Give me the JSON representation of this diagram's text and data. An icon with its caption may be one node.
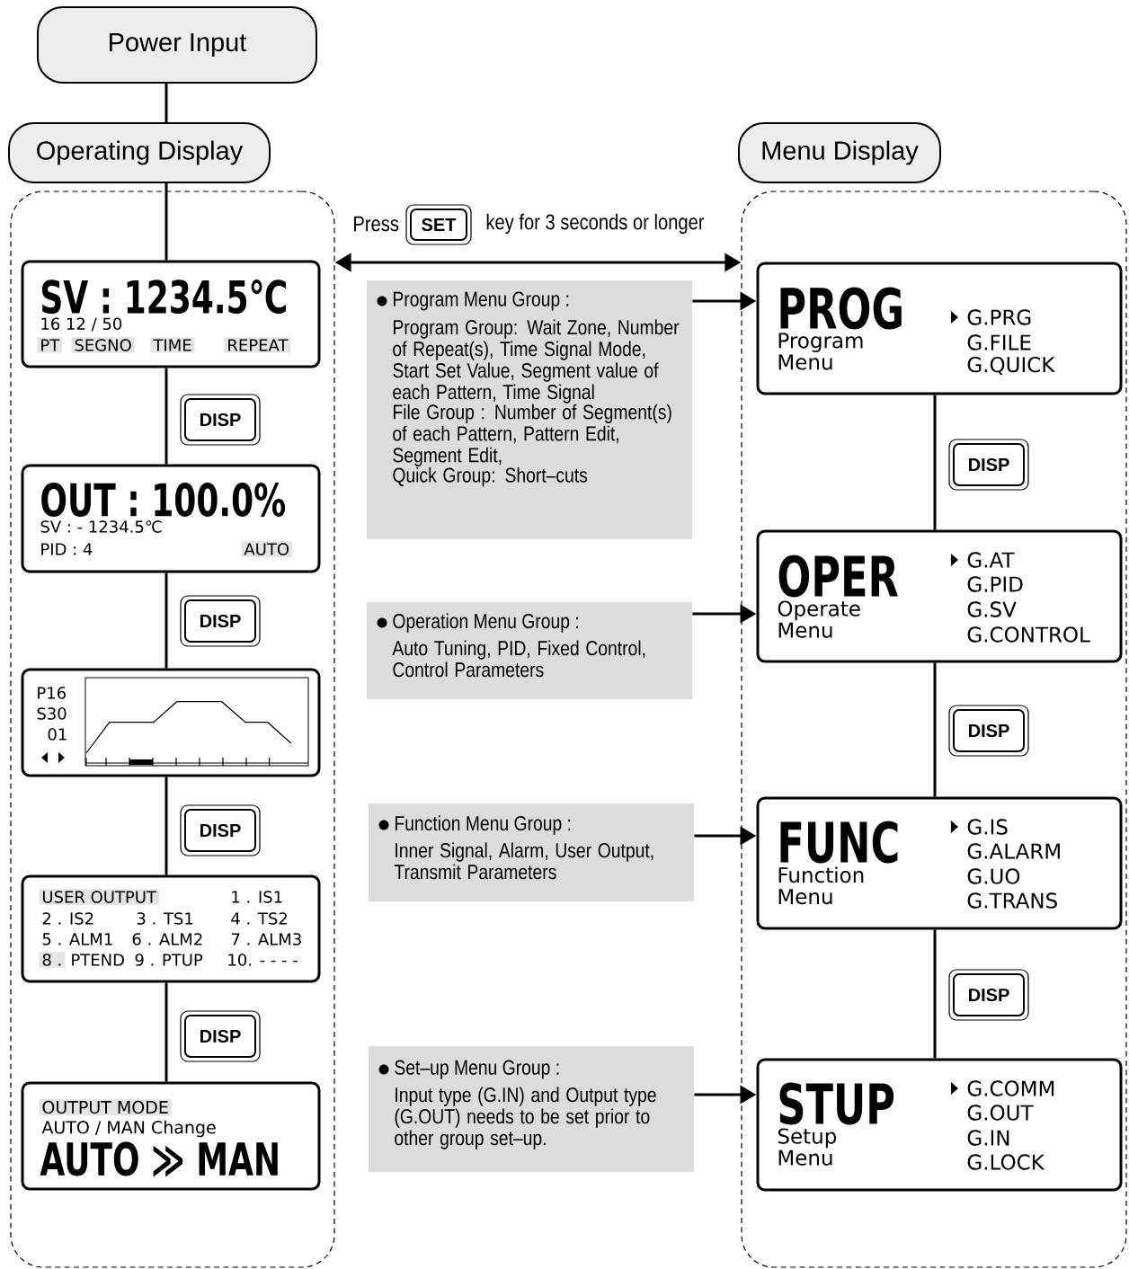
{
  "diagram": {
    "nodes": [
      {
        "text": [
          "Power Input"
        ]
      },
      {
        "text": [
          "Operating Display"
        ]
      },
      {
        "text": [
          "Menu Display"
        ]
      },
      {
        "text": [],
        "shape": "box"
      },
      {
        "text": [],
        "shape": "box"
      },
      {
        "text": [
          "SV : 1234.5℃",
          "16 12 / 50",
          "PT",
          "SEGNO",
          "TIME",
          "REPEAT"
        ],
        "in": 3
      },
      {
        "text": [
          "OUT : 100.0%",
          "SV : - 1234.5℃",
          "PID : 4",
          "AUTO"
        ],
        "in": 3
      },
      {
        "text": [
          "P16",
          "S30",
          "01"
        ],
        "in": 3
      },
      {
        "text": [
          "USER OUTPUT",
          "1 . IS1",
          "2 . IS2",
          "3 . TS1",
          "4 . TS2",
          "5 . ALM1",
          "6 . ALM2",
          "7 . ALM3",
          "8 .",
          "PTEND",
          "9 . PTUP",
          "10. - - - -"
        ],
        "in": 3
      },
      {
        "text": [
          "OUTPUT MODE",
          "AUTO / MAN Change",
          "AUTO ≫ MAN"
        ],
        "in": 3
      },
      {
        "text": [
          "Program Menu Group :",
          "Program Group: Wait Zone, Number of Repeat(s), Time Signal Mode, Start Set Value, Segment value of each Pattern, Time Signal",
          "File Group : Number of Segment(s) of each Pattern, Pattern Edit, Segment Edit,",
          "Quick Group: Short–cuts"
        ]
      },
      {
        "text": [
          "Operation Menu Group :",
          "Auto Tuning, PID, Fixed Control, Control Parameters"
        ]
      },
      {
        "text": [
          "Function Menu Group :",
          "Inner Signal, Alarm, User Output, Transmit Parameters"
        ]
      },
      {
        "text": [
          "Set–up Menu Group :",
          "Input type (G.IN) and Output type (G.OUT) needs to be set prior to other group set–up."
        ]
      },
      {
        "text": [
          "PROG",
          "Program Menu",
          "G.PRG",
          "G.FILE",
          "G.QUICK"
        ],
        "in": 4
      },
      {
        "text": [
          "OPER",
          "Operate Menu",
          "G.AT",
          "G.PID",
          "G.SV",
          "G.CONTROL"
        ],
        "in": 4
      },
      {
        "text": [
          "FUNC",
          "Function Menu",
          "G.IS",
          "G.ALARM",
          "G.UO",
          "G.TRANS"
        ],
        "in": 4
      },
      {
        "text": [
          "STUP",
          "Setup Menu",
          "G.COMM",
          "G.OUT",
          "G.IN",
          "G.LOCK"
        ],
        "in": 4
      }
    ],
    "edges": [
      {
        "from": 0,
        "to": 1,
        "arrow": "none"
      },
      {
        "from": 1,
        "to": 5,
        "arrow": "none"
      },
      {
        "from": 5,
        "to": 6,
        "arrow": "none"
      },
      {
        "from": 6,
        "to": 7,
        "arrow": "none"
      },
      {
        "from": 7,
        "to": 8,
        "arrow": "none"
      },
      {
        "from": 8,
        "to": 9,
        "arrow": "none"
      },
      {
        "from": 14,
        "to": 15,
        "arrow": "none"
      },
      {
        "from": 15,
        "to": 16,
        "arrow": "none"
      },
      {
        "from": 16,
        "to": 17,
        "arrow": "none"
      },
      {
        "from": 3,
        "to": 4,
        "arrow": "both"
      },
      {
        "from": 10,
        "to": 14,
        "arrow": "to"
      },
      {
        "from": 11,
        "to": 15,
        "arrow": "to"
      },
      {
        "from": 12,
        "to": 16,
        "arrow": "to"
      },
      {
        "from": 13,
        "to": 17,
        "arrow": "to"
      }
    ],
    "labels": [
      "Press",
      "SET",
      "key for 3 seconds or longer",
      "DISP",
      "DISP",
      "DISP",
      "DISP",
      "DISP",
      "DISP",
      "DISP"
    ]
  }
}
